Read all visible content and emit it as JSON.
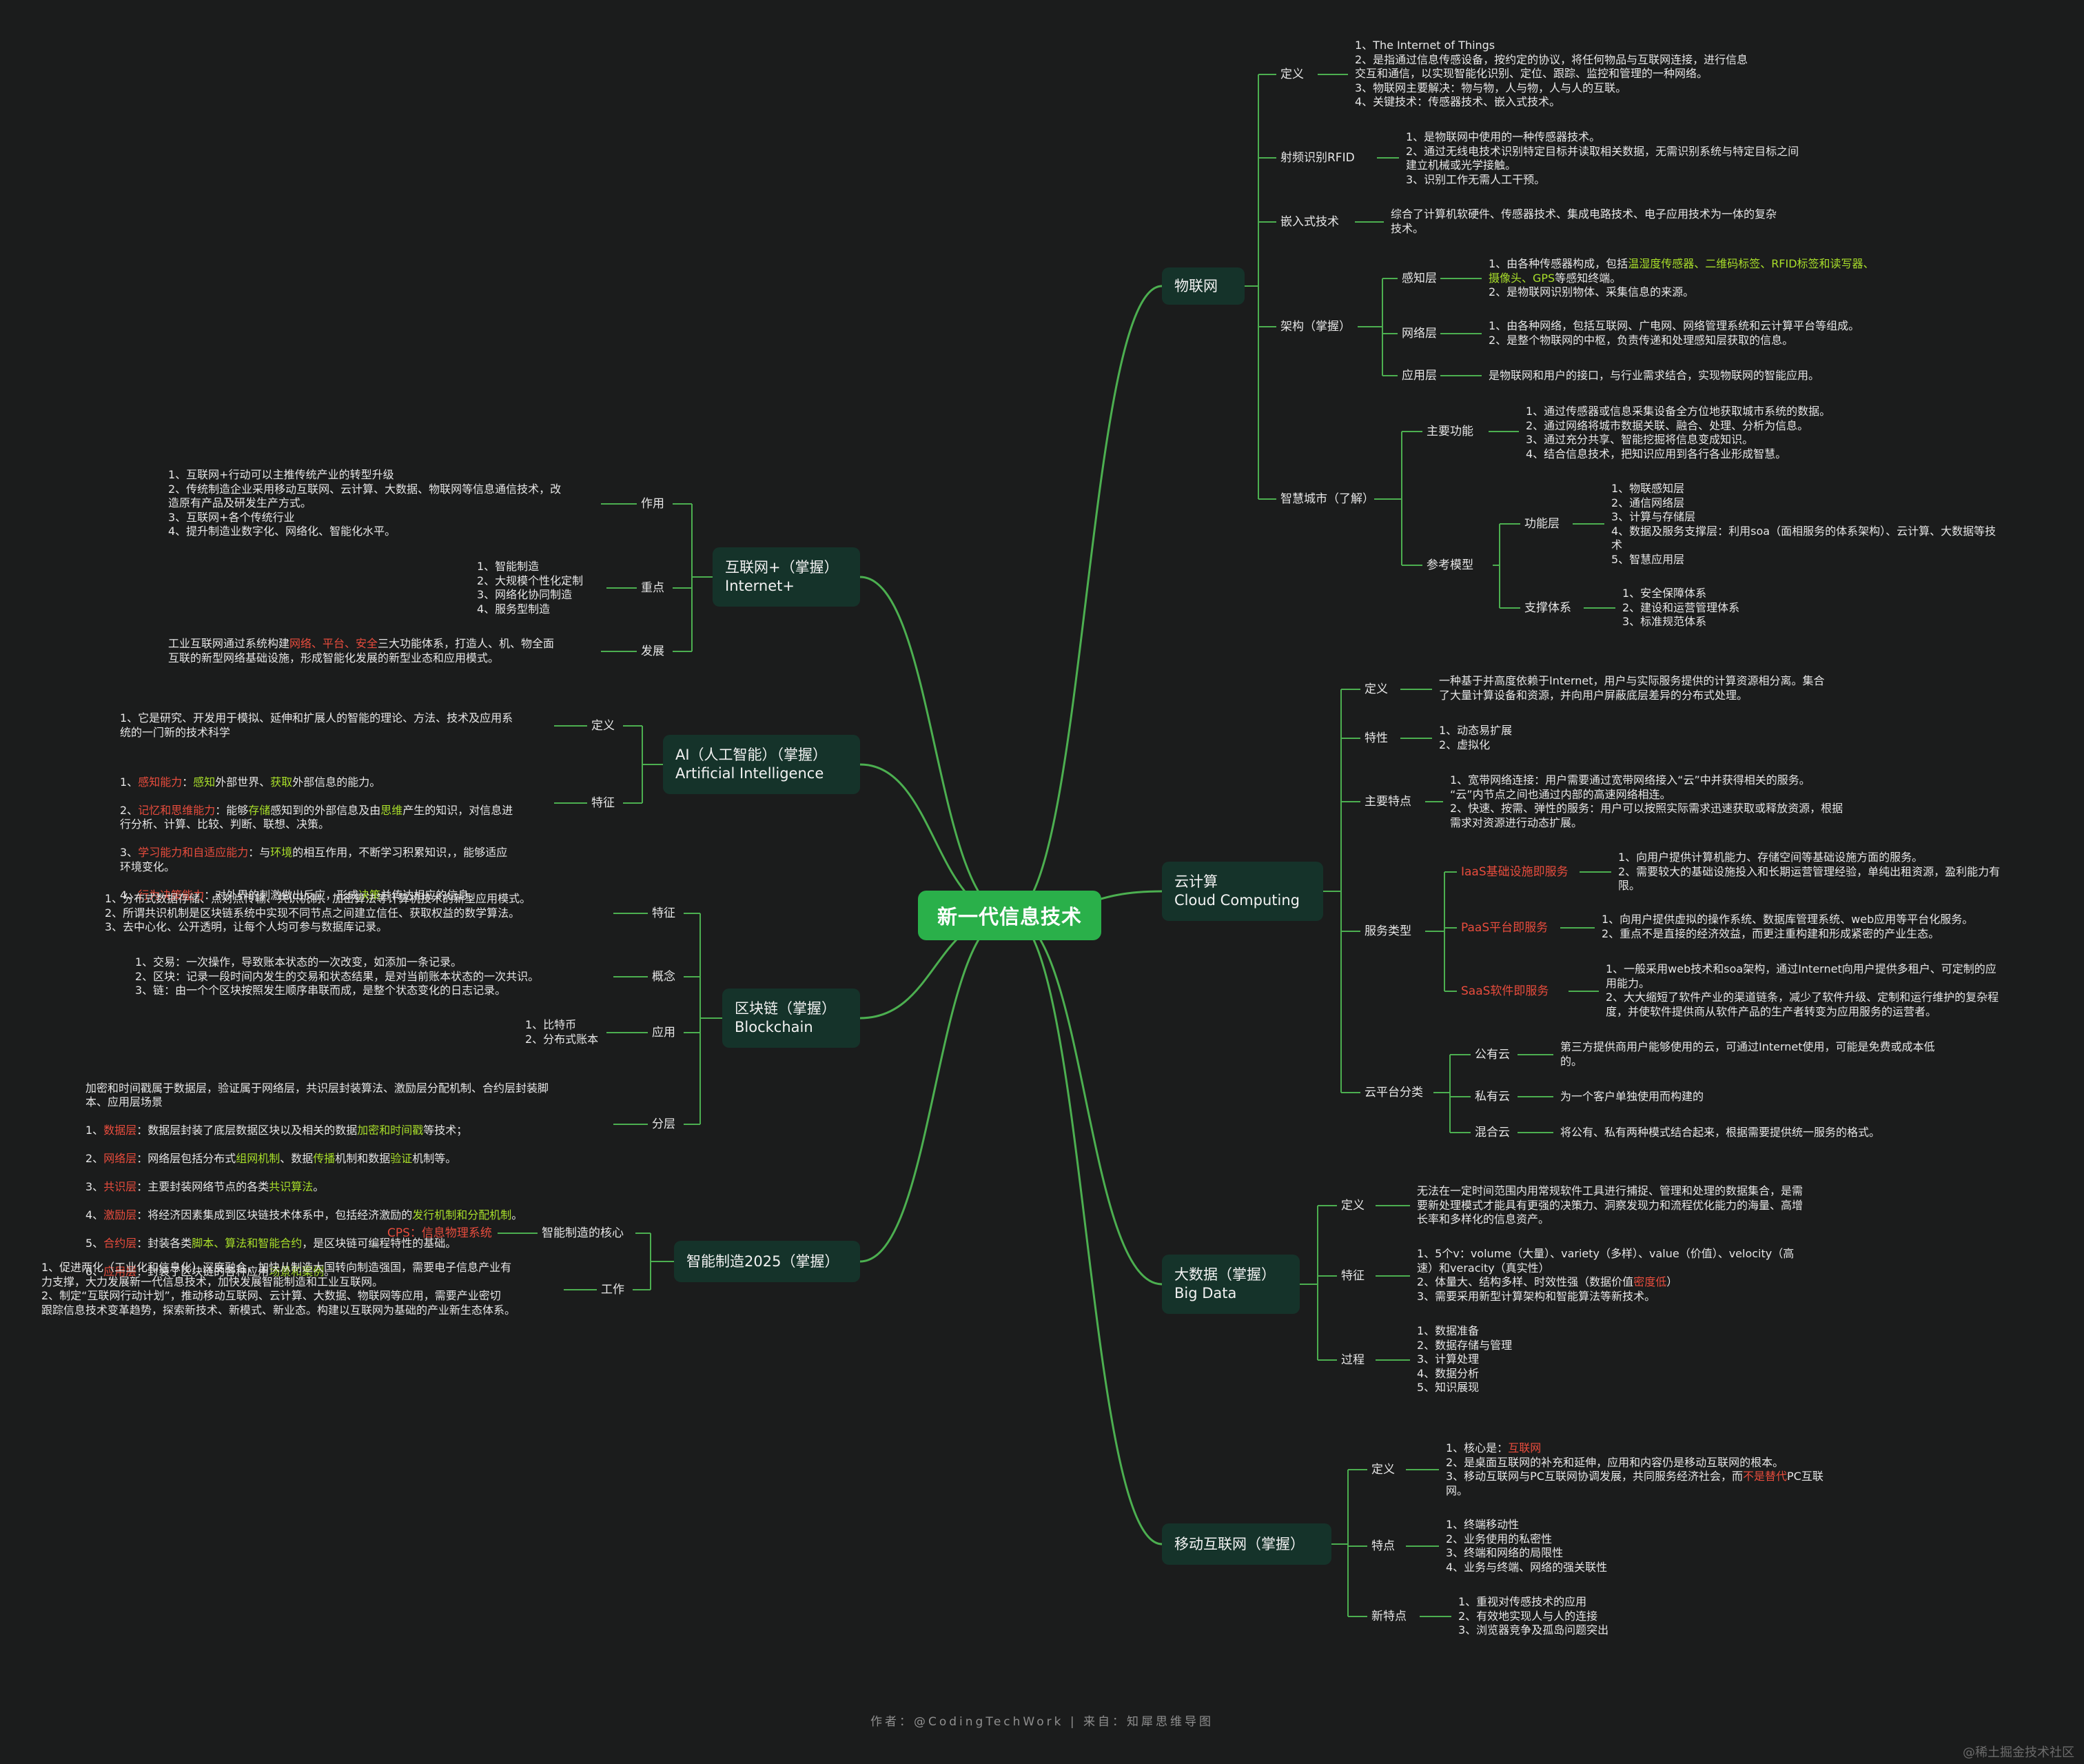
{
  "root": {
    "label": "新一代信息技术"
  },
  "topics": {
    "iot": {
      "line1": "物联网"
    },
    "cloud": {
      "line1": "云计算",
      "line2": "Cloud Computing"
    },
    "bigdata": {
      "line1": "大数据（掌握）",
      "line2": "Big Data"
    },
    "mobile": {
      "line1": "移动互联网（掌握）"
    },
    "internetplus": {
      "line1": "互联网+（掌握）",
      "line2": "Internet+"
    },
    "ai": {
      "line1": "AI（人工智能）（掌握）",
      "line2": "Artificial Intelligence"
    },
    "blockchain": {
      "line1": "区块链（掌握）",
      "line2": "Blockchain"
    },
    "made2025": {
      "line1": "智能制造2025（掌握）"
    }
  },
  "labels": {
    "iot_def": "定义",
    "iot_rfid": "射频识别RFID",
    "iot_embedded": "嵌入式技术",
    "iot_arch": "架构（掌握）",
    "iot_sense": "感知层",
    "iot_net": "网络层",
    "iot_app": "应用层",
    "iot_city": "智慧城市（了解）",
    "city_func": "主要功能",
    "city_model": "参考模型",
    "model_func": "功能层",
    "model_support": "支撑体系",
    "cl_def": "定义",
    "cl_feat": "特性",
    "cl_main": "主要特点",
    "cl_service": "服务类型",
    "cl_iaas": "IaaS基础设施即服务",
    "cl_paas": "PaaS平台即服务",
    "cl_saas": "SaaS软件即服务",
    "cl_platform": "云平台分类",
    "cl_public": "公有云",
    "cl_private": "私有云",
    "cl_hybrid": "混合云",
    "bd_def": "定义",
    "bd_feat": "特征",
    "bd_proc": "过程",
    "mb_def": "定义",
    "mb_feat": "特点",
    "mb_new": "新特点",
    "ip_role": "作用",
    "ip_key": "重点",
    "ip_dev": "发展",
    "ai_def": "定义",
    "ai_feat": "特征",
    "bc_feat": "特征",
    "bc_concept": "概念",
    "bc_app": "应用",
    "bc_layer": "分层",
    "md_core": "智能制造的核心",
    "md_cps": "CPS：信息物理系统",
    "md_work": "工作"
  },
  "texts": {
    "iot_def": "1、The Internet of Things\n2、是指通过信息传感设备，按约定的协议，将任何物品与互联网连接，进行信息\n交互和通信，以实现智能化识别、定位、跟踪、监控和管理的一种网络。\n3、物联网主要解决：物与物，人与物，人与人的互联。\n4、关键技术：传感器技术、嵌入式技术。",
    "iot_rfid": "1、是物联网中使用的一种传感器技术。\n2、通过无线电技术识别特定目标并读取相关数据，无需识别系统与特定目标之间\n建立机械或光学接触。\n3、识别工作无需人工干预。",
    "iot_embedded": "综合了计算机软硬件、传感器技术、集成电路技术、电子应用技术为一体的复杂\n技术。",
    "iot_sense_a": "1、由各种传感器构成，包括",
    "iot_sense_b": "温湿度传感器、二维码标签、RFID标签和读写器、\n摄像头、GPS",
    "iot_sense_c": "等感知终端。\n2、是物联网识别物体、采集信息的来源。",
    "iot_net": "1、由各种网络，包括互联网、广电网、网络管理系统和云计算平台等组成。\n2、是整个物联网的中枢，负责传递和处理感知层获取的信息。",
    "iot_app": "是物联网和用户的接口，与行业需求结合，实现物联网的智能应用。",
    "city_func": "1、通过传感器或信息采集设备全方位地获取城市系统的数据。\n2、通过网络将城市数据关联、融合、处理、分析为信息。\n3、通过充分共享、智能挖掘将信息变成知识。\n4、结合信息技术，把知识应用到各行各业形成智慧。",
    "model_func": "1、物联感知层\n2、通信网络层\n3、计算与存储层\n4、数据及服务支撑层：利用soa（面相服务的体系架构）、云计算、大数据等技\n术\n5、智慧应用层",
    "model_support": "1、安全保障体系\n2、建设和运营管理体系\n3、标准规范体系",
    "cl_def": "一种基于并高度依赖于Internet，用户与实际服务提供的计算资源相分离。集合\n了大量计算设备和资源，并向用户屏蔽底层差异的分布式处理。",
    "cl_feat": "1、动态易扩展\n2、虚拟化",
    "cl_main": "1、宽带网络连接：用户需要通过宽带网络接入“云”中并获得相关的服务。\n“云”内节点之间也通过内部的高速网络相连。\n2、快速、按需、弹性的服务：用户可以按照实际需求迅速获取或释放资源，根据\n需求对资源进行动态扩展。",
    "cl_iaas": "1、向用户提供计算机能力、存储空间等基础设施方面的服务。\n2、需要较大的基础设施投入和长期运营管理经验，单纯出租资源，盈利能力有\n限。",
    "cl_paas": "1、向用户提供虚拟的操作系统、数据库管理系统、web应用等平台化服务。\n2、重点不是直接的经济效益，而更注重构建和形成紧密的产业生态。",
    "cl_saas": "1、一般采用web技术和soa架构，通过Internet向用户提供多租户、可定制的应\n用能力。\n2、大大缩短了软件产业的渠道链条，减少了软件升级、定制和运行维护的复杂程\n度，并使软件提供商从软件产品的生产者转变为应用服务的运营者。",
    "cl_public": "第三方提供商用户能够使用的云，可通过Internet使用，可能是免费或成本低\n的。",
    "cl_private": "为一个客户单独使用而构建的",
    "cl_hybrid": "将公有、私有两种模式结合起来，根据需要提供统一服务的格式。",
    "bd_def": "无法在一定时间范围内用常规软件工具进行捕捉、管理和处理的数据集合，是需\n要新处理模式才能具有更强的决策力、洞察发现力和流程优化能力的海量、高增\n长率和多样化的信息资产。",
    "bd_feat_a": "1、5个v：volume（大量）、variety（多样）、value（价值）、velocity（高\n速）和veracity（真实性）\n2、体量大、结构多样、时效性强（数据价值",
    "bd_feat_b": "密度低",
    "bd_feat_c": "）\n3、需要采用新型计算架构和智能算法等新技术。",
    "bd_proc": "1、数据准备\n2、数据存储与管理\n3、计算处理\n4、数据分析\n5、知识展现",
    "mb_def_a": "1、核心是：",
    "mb_def_b": "互联网",
    "mb_def_c": "\n2、是桌面互联网的补充和延伸，应用和内容仍是移动互联网的根本。\n3、移动互联网与PC互联网协调发展，共同服务经济社会，而",
    "mb_def_d": "不是替代",
    "mb_def_e": "PC互联\n网。",
    "mb_feat": "1、终端移动性\n2、业务使用的私密性\n3、终端和网络的局限性\n4、业务与终端、网络的强关联性",
    "mb_new": "1、重视对传感技术的应用\n2、有效地实现人与人的连接\n3、浏览器竞争及孤岛问题突出",
    "ip_role": "1、互联网+行动可以主推传统产业的转型升级\n2、传统制造企业采用移动互联网、云计算、大数据、物联网等信息通信技术，改\n造原有产品及研发生产方式。\n3、互联网+各个传统行业\n4、提升制造业数字化、网络化、智能化水平。",
    "ip_key": "1、智能制造\n2、大规模个性化定制\n3、网络化协同制造\n4、服务型制造",
    "ip_dev_a": "工业互联网通过系统构建",
    "ip_dev_b": "网络、平台、安全",
    "ip_dev_c": "三大功能体系，打造人、机、物全面\n互联的新型网络基础设施，形成智能化发展的新型业态和应用模式。",
    "ai_def": "1、它是研究、开发用于模拟、延伸和扩展人的智能的理论、方法、技术及应用系\n统的一门新的技术科学",
    "ai_f1a": "1、",
    "ai_f1b": "感知能力",
    "ai_f1c": "：",
    "ai_f1d": "感知",
    "ai_f1e": "外部世界、",
    "ai_f1f": "获取",
    "ai_f1g": "外部信息的能力。",
    "ai_f2a": "2、",
    "ai_f2b": "记忆和思维能力",
    "ai_f2c": "：能够",
    "ai_f2d": "存储",
    "ai_f2e": "感知到的外部信息及由",
    "ai_f2f": "思维",
    "ai_f2g": "产生的知识，对信息进\n行分析、计算、比较、判断、联想、决策。",
    "ai_f3a": "3、",
    "ai_f3b": "学习能力和自适应能力",
    "ai_f3c": "：与",
    "ai_f3d": "环境",
    "ai_f3e": "的相互作用，不断学习积累知识，，能够适应\n环境变化。",
    "ai_f4a": "4、",
    "ai_f4b": "行为决策能力",
    "ai_f4c": "：对外界的刺激做出反应，形成",
    "ai_f4d": "决策",
    "ai_f4e": "并传达相应的信息。",
    "bc_feat": "1、分布式数据存储、点对点传输、共识机制、加密算法等计算机技术的新型应用模式。\n2、所谓共识机制是区块链系统中实现不同节点之间建立信任、获取权益的数学算法。\n3、去中心化、公开透明，让每个人均可参与数据库记录。",
    "bc_concept": "1、交易：一次操作，导致账本状态的一次改变，如添加一条记录。\n2、区块：记录一段时间内发生的交易和状态结果，是对当前账本状态的一次共识。\n3、链：由一个个区块按照发生顺序串联而成，是整个状态变化的日志记录。",
    "bc_app": "1、比特币\n2、分布式账本",
    "bc_l0": "加密和时间戳属于数据层，验证属于网络层，共识层封装算法、激励层分配机制、合约层封装脚\n本、应用层场景",
    "bc_l1a": "1、",
    "bc_l1b": "数据层",
    "bc_l1c": "：数据层封装了底层数据区块以及相关的数据",
    "bc_l1d": "加密和时间戳",
    "bc_l1e": "等技术；",
    "bc_l2a": "2、",
    "bc_l2b": "网络层",
    "bc_l2c": "：网络层包括分布式",
    "bc_l2d": "组网机制",
    "bc_l2e": "、数据",
    "bc_l2f": "传播",
    "bc_l2g": "机制和数据",
    "bc_l2h": "验证",
    "bc_l2i": "机制等。",
    "bc_l3a": "3、",
    "bc_l3b": "共识层",
    "bc_l3c": "：主要封装网络节点的各类",
    "bc_l3d": "共识算法",
    "bc_l3e": "。",
    "bc_l4a": "4、",
    "bc_l4b": "激励层",
    "bc_l4c": "：将经济因素集成到区块链技术体系中，包括经济激励的",
    "bc_l4d": "发行机制和分配机制",
    "bc_l4e": "。",
    "bc_l5a": "5、",
    "bc_l5b": "合约层",
    "bc_l5c": "：封装各类",
    "bc_l5d": "脚本、算法和智能合约",
    "bc_l5e": "，是区块链可编程特性的基础。",
    "bc_l6a": "6、",
    "bc_l6b": "应用层",
    "bc_l6c": "：封装了区块链的各种应用",
    "bc_l6d": "场景和案例",
    "bc_l6e": "。",
    "md_work": "1、促进两化（工业化和信息化）深度融合，加快从制造大国转向制造强国，需要电子信息产业有\n力支撑，大力发展新一代信息技术，加快发展智能制造和工业互联网。\n2、制定“互联网行动计划”，推动移动互联网、云计算、大数据、物联网等应用，需要产业密切\n跟踪信息技术变革趋势，探索新技术、新模式、新业态。构建以互联网为基础的产业新生态体系。"
  },
  "footer": {
    "text": "作者：@CodingTechWork  |  来自：知犀思维导图"
  },
  "watermark": "@稀土掘金技术社区",
  "colors": {
    "line": "#4caf50",
    "root": "#2ab04a",
    "topic": "#15332a",
    "background": "#1b1c1c",
    "highlight_red": "#e84c3d",
    "highlight_green": "#a8de2a"
  }
}
